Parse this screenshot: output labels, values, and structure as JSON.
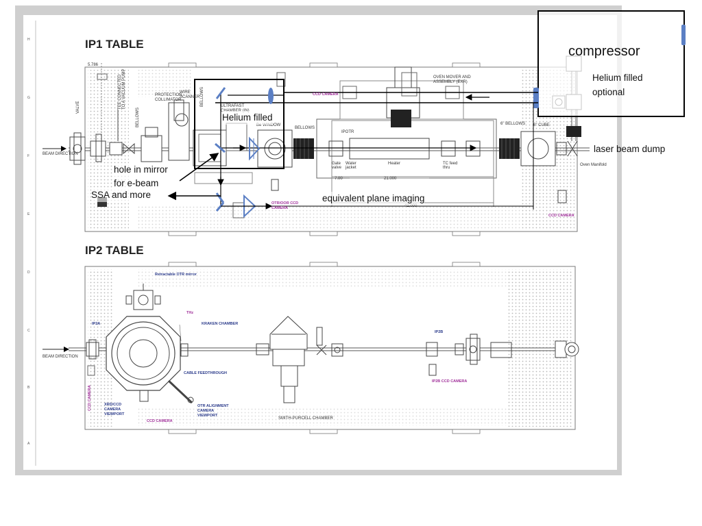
{
  "drawing": {
    "ip1_title": "IP1 TABLE",
    "ip2_title": "IP2 TABLE",
    "row_labels": [
      "H",
      "G",
      "F",
      "E",
      "D",
      "C",
      "B",
      "A"
    ],
    "ip1_labels": {
      "beam_direction": "BEAM DIRECTION",
      "valve": "VALVE",
      "tee": "TEE CONNECTED TO A VACUUM PUMP",
      "bellows1": "BELLOWS",
      "protection_collimator": "PROTECTION COLLIMATOR",
      "wire_scanner": "WIRE SCANNER",
      "bellows2": "BELLOWS",
      "ultrafast_chamber": "ULTRAFAST CHAMBER (IN)",
      "be_window": "Be WINDOW",
      "bellows3": "BELLOWS",
      "ccd_camera_top": "CCD CAMERA",
      "oven": "OVEN MOVER AND ASSEMBLY (EXR)",
      "bellows_6": "6\" BELLOWS",
      "cube_6": "6\" CUBE",
      "ipotr": "IPOTR",
      "otr_camera": "OTR/OOR CCD CAMERA",
      "ccd_camera_right": "CCD CAMERA",
      "gate_valve": "Gate valve",
      "heater": "Heater",
      "water_jacket": "Water jacket",
      "tc_feed": "TC feed thru",
      "dim1": "21.000",
      "dim2": "41.000",
      "dim3": "7.00",
      "dim4": "5.786",
      "oven_manifold": "Oven Manifold"
    },
    "ip2_labels": {
      "beam_direction": "BEAM DIRECTION",
      "retractable_otr": "Retractable OTR mirror",
      "ip2a": "IP2A",
      "thz": "THz",
      "kraken": "KRAKEN CHAMBER",
      "cable": "CABLE FEEDTHROUGH",
      "otr_alignment": "OTR ALIGNMENT CAMERA VIEWPORT",
      "xrd_camera": "XRD/CCD CAMERA VIEWPORT",
      "ccd_camera": "CCD CAMERA",
      "ccd_camera_left": "CCD CAMERA",
      "smith_purcell": "SMITH-PURCELL CHAMBER",
      "ip2b": "IP2B",
      "ip2b_camera": "IP2B CCD CAMERA"
    }
  },
  "annotations": {
    "compressor": "compressor",
    "helium_optional_line1": "Helium filled",
    "helium_optional_line2": "optional",
    "helium_filled": "Helium filled",
    "laser_beam_dump": "laser beam dump",
    "hole_in_mirror_line1": "hole in mirror",
    "hole_in_mirror_line2": "for e-beam",
    "ssa": "SSA and more",
    "equivalent_plane": "equivalent plane imaging"
  },
  "colors": {
    "optic_blue": "#5b7fc4",
    "annotation_black": "#000000",
    "drawing_line": "#555555",
    "sheet_gray": "#cfcfcf"
  }
}
